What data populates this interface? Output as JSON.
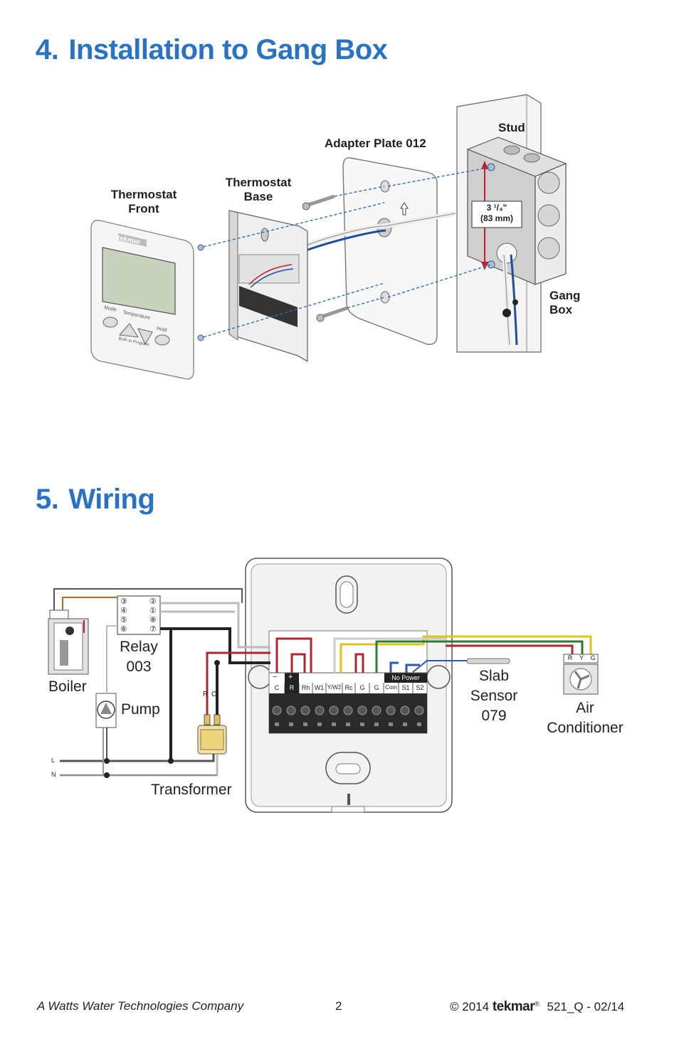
{
  "section4": {
    "number": "4.",
    "title": "Installation to Gang Box"
  },
  "install": {
    "stud": "Stud",
    "adapter_plate": "Adapter Plate 012",
    "thermostat_base_1": "Thermostat",
    "thermostat_base_2": "Base",
    "thermostat_front_1": "Thermostat",
    "thermostat_front_2": "Front",
    "gang_box_1": "Gang",
    "gang_box_2": "Box",
    "dim_1": "3 ¹/₄\"",
    "dim_2": "(83 mm)",
    "brand": "tekmar",
    "btn_mode": "Mode",
    "btn_temperature": "Temperature",
    "btn_hold": "Hold",
    "btn_both": "Both to Program"
  },
  "section5": {
    "number": "5.",
    "title": "Wiring"
  },
  "wiring": {
    "relay_1": "Relay",
    "relay_2": "003",
    "boiler": "Boiler",
    "pump": "Pump",
    "transformer": "Transformer",
    "slab_1": "Slab",
    "slab_2": "Sensor",
    "slab_3": "079",
    "ac_1": "Air",
    "ac_2": "Conditioner",
    "line_l": "L",
    "line_n": "N",
    "rc_r": "R",
    "rc_c": "C",
    "relay_pins_left": [
      "③",
      "④",
      "⑤",
      "⑥"
    ],
    "relay_pins_right": [
      "②",
      "①",
      "⑧",
      "⑦"
    ],
    "ac_terms": [
      "R",
      "Y",
      "G"
    ],
    "terminals": [
      "C",
      "R",
      "Rh",
      "W1",
      "Y/W2",
      "Rc",
      "G",
      "G",
      "Com",
      "S1",
      "S2"
    ],
    "no_power": "No Power",
    "minus": "−",
    "plus": "+"
  },
  "footer": {
    "company": "A Watts Water Technologies Company",
    "page": "2",
    "copyright": "© 2014",
    "brand": "tekmar",
    "reg": "®",
    "doc": "521_Q - 02/14"
  },
  "colors": {
    "heading": "#2a73c4",
    "wire_red": "#b0262f",
    "wire_blue": "#2a5aa8",
    "wire_green": "#2f7a32",
    "wire_yellow": "#e3c21e",
    "wire_black": "#222222"
  }
}
